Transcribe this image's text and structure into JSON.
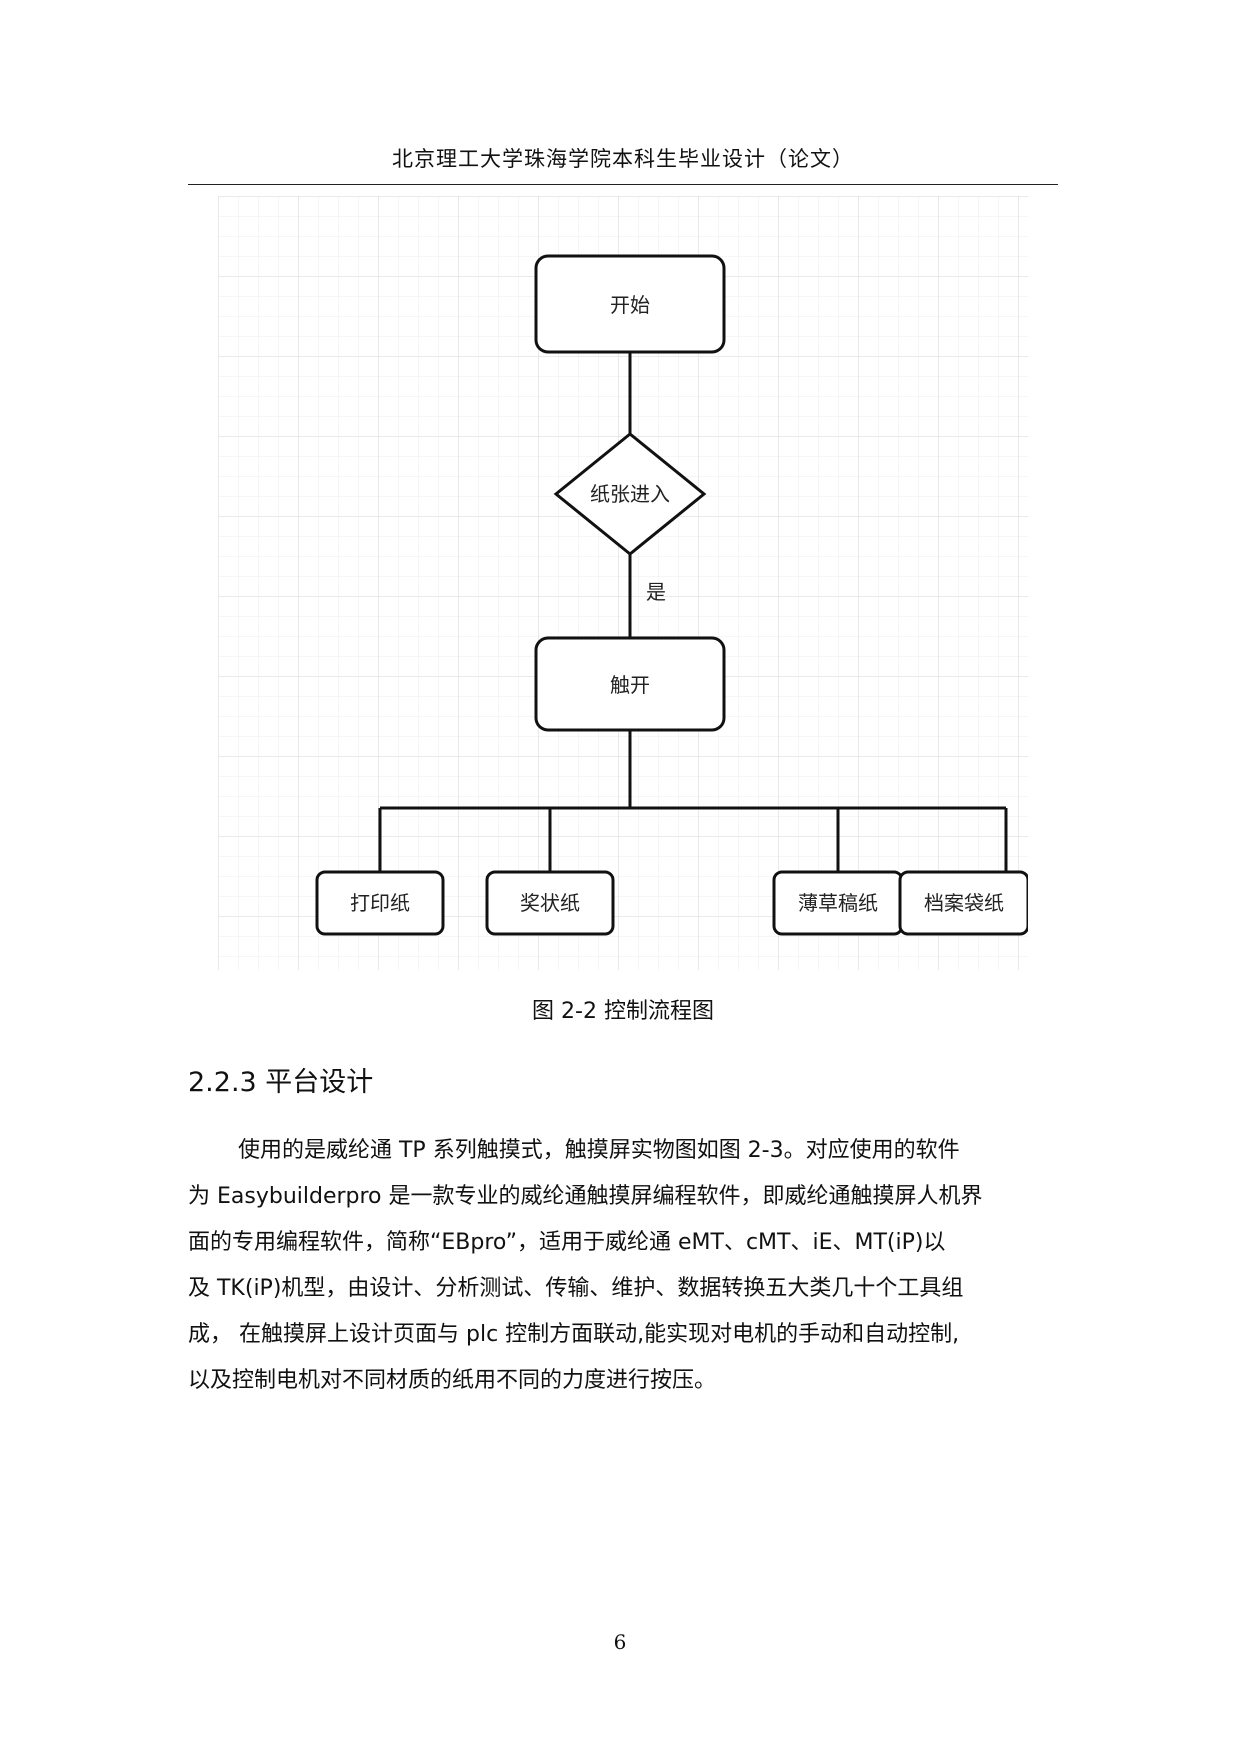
{
  "header": {
    "title": "北京理工大学珠海学院本科生毕业设计（论文）"
  },
  "figure": {
    "nodes": {
      "start": "开始",
      "decision": "纸张进入",
      "yes_label": "是",
      "trigger": "触开",
      "paper_1": "打印纸",
      "paper_2": "奖状纸",
      "paper_3": "薄草稿纸",
      "paper_4": "档案袋纸"
    },
    "caption": "图 2-2  控制流程图"
  },
  "section": {
    "heading": "2.2.3 平台设计"
  },
  "body": {
    "lines": [
      "使用的是威纶通 TP 系列触摸式，触摸屏实物图如图 2-3。对应使用的软件",
      "为 Easybuilderpro 是一款专业的威纶通触摸屏编程软件，即威纶通触摸屏人机界",
      "面的专用编程软件，简称“EBpro”，适用于威纶通 eMT、cMT、iE、MT(iP)以",
      "及 TK(iP)机型，由设计、分析测试、传输、维护、数据转换五大类几十个工具组",
      "成， 在触摸屏上设计页面与 plc 控制方面联动,能实现对电机的手动和自动控制,",
      "以及控制电机对不同材质的纸用不同的力度进行按压。"
    ]
  },
  "footer": {
    "page_number": "6"
  }
}
